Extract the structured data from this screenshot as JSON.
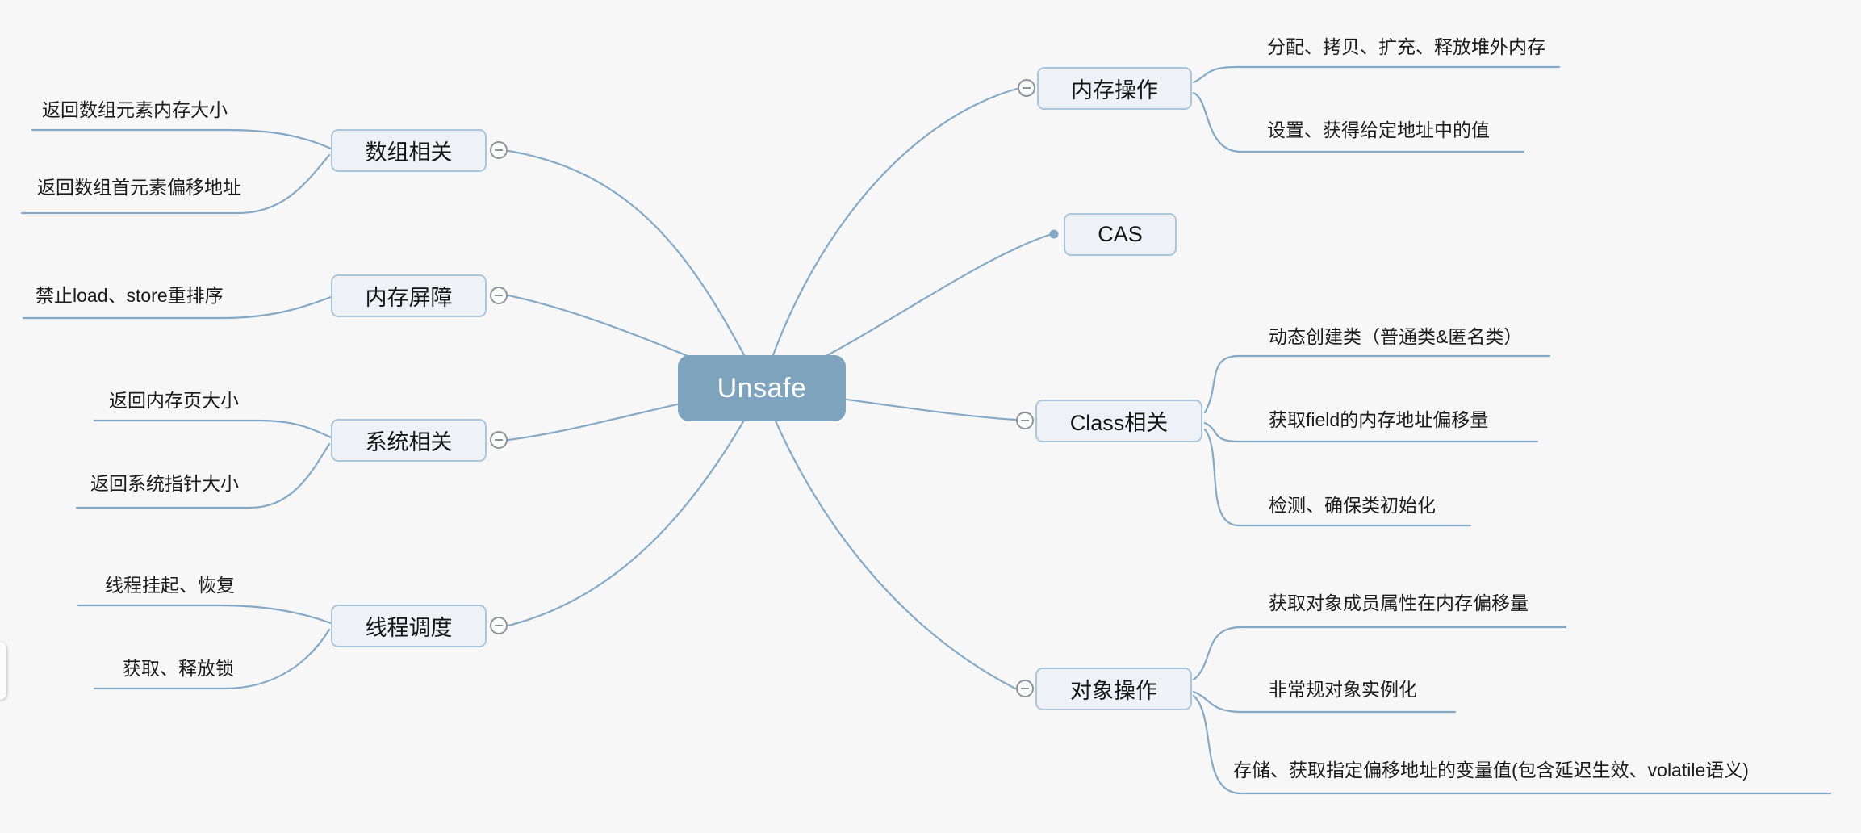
{
  "root": {
    "label": "Unsafe"
  },
  "left_branches": [
    {
      "label": "数组相关",
      "children": [
        "返回数组元素内存大小",
        "返回数组首元素偏移地址"
      ]
    },
    {
      "label": "内存屏障",
      "children": [
        "禁止load、store重排序"
      ]
    },
    {
      "label": "系统相关",
      "children": [
        "返回内存页大小",
        "返回系统指针大小"
      ]
    },
    {
      "label": "线程调度",
      "children": [
        "线程挂起、恢复",
        "获取、释放锁"
      ]
    }
  ],
  "right_branches": [
    {
      "label": "内存操作",
      "children": [
        "分配、拷贝、扩充、释放堆外内存",
        "设置、获得给定地址中的值"
      ]
    },
    {
      "label": "CAS",
      "children": []
    },
    {
      "label": "Class相关",
      "children": [
        "动态创建类（普通类&匿名类）",
        "获取field的内存地址偏移量",
        "检测、确保类初始化"
      ]
    },
    {
      "label": "对象操作",
      "children": [
        "获取对象成员属性在内存偏移量",
        "非常规对象实例化",
        "存储、获取指定偏移地址的变量值(包含延迟生效、volatile语义)"
      ]
    }
  ],
  "icons": {
    "collapse_toggle": "minus-circle",
    "cas_anchor": "dot"
  },
  "colors": {
    "background": "#f7f7f8",
    "connector": "#84a9c6",
    "root_fill": "#7da3bd",
    "root_text": "#ffffff",
    "branch_fill": "#eef2f6",
    "branch_border": "#a9c6da",
    "toggle_border": "#8d9399",
    "leaf_text": "#1b1b1b"
  }
}
